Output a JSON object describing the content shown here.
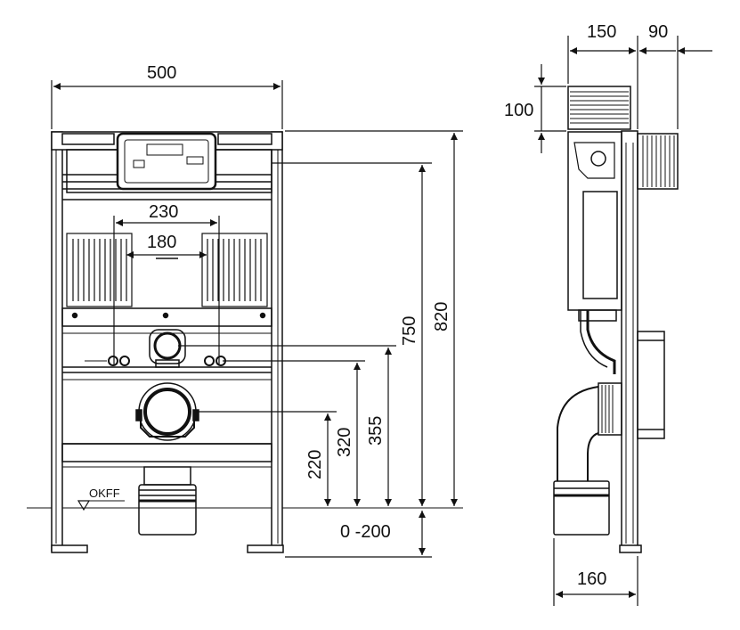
{
  "front_view": {
    "width": "500",
    "height_total": "820",
    "height_frame": "750",
    "connection_spacing_outer": "230",
    "connection_spacing_inner": "180",
    "height_355": "355",
    "height_320": "320",
    "height_220": "220",
    "floor_label": "OKFF",
    "foot_adjust": "0 -200"
  },
  "side_view": {
    "depth_frame": "150",
    "depth_cistern": "90",
    "cistern_top": "100",
    "pipe_depth": "160"
  },
  "colors": {
    "line": "#111111",
    "background": "#ffffff"
  }
}
